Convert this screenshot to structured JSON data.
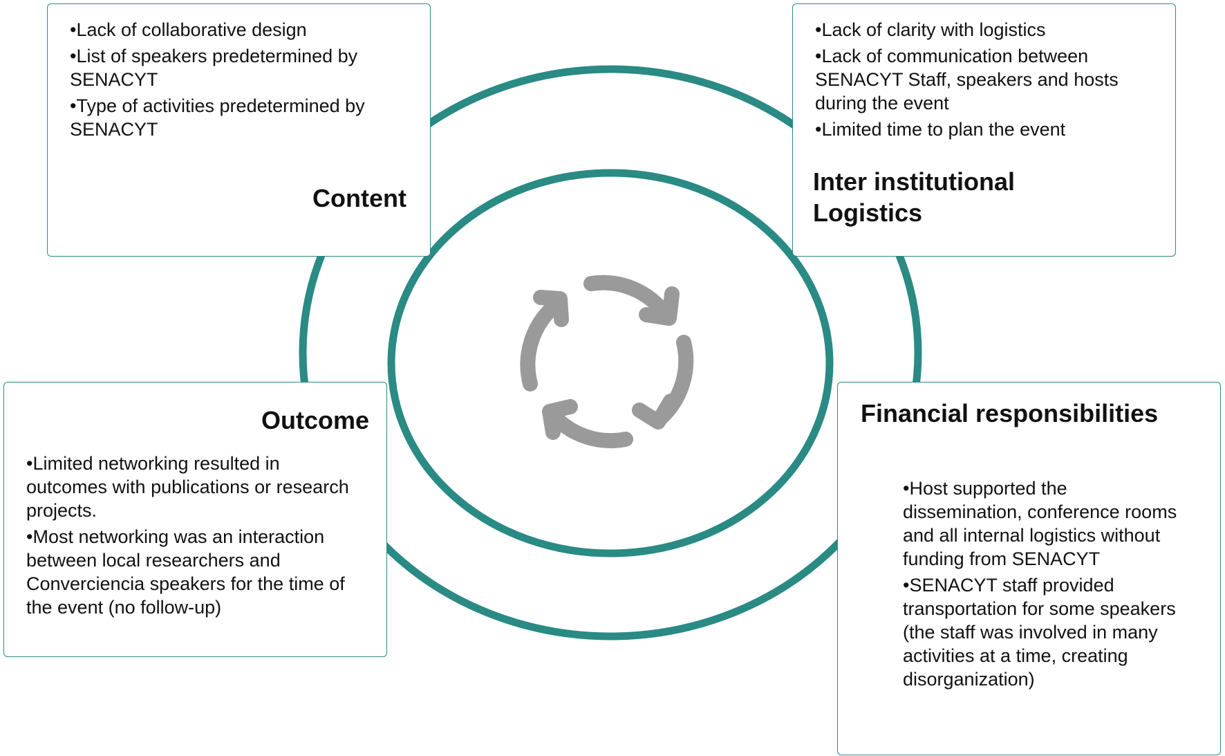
{
  "colors": {
    "ring": "#2a8a84",
    "box_border": "#2a8a84",
    "cycle_icon": "#9a9a9a",
    "text": "#111111"
  },
  "center_icon": "refresh-cycle-icon",
  "boxes": {
    "content": {
      "title": "Content",
      "items": [
        "•Lack of collaborative design",
        "•List of speakers predetermined by SENACYT",
        "•Type of activities predetermined by SENACYT"
      ]
    },
    "logistics": {
      "title": "Inter institutional Logistics",
      "items": [
        "•Lack of clarity with logistics",
        "•Lack of communication between SENACYT Staff, speakers and hosts during the event",
        "•Limited time to plan the event"
      ]
    },
    "outcome": {
      "title": "Outcome",
      "items": [
        "•Limited networking resulted in outcomes with publications or research projects.",
        "•Most networking was an interaction between local researchers and Converciencia speakers for the time of the event (no follow-up)"
      ]
    },
    "financial": {
      "title": "Financial responsibilities",
      "items": [
        "•Host supported the dissemination, conference rooms and all internal logistics without funding from SENACYT",
        "•SENACYT staff provided transportation for some speakers (the staff was involved in many activities at a time, creating disorganization)"
      ]
    }
  }
}
